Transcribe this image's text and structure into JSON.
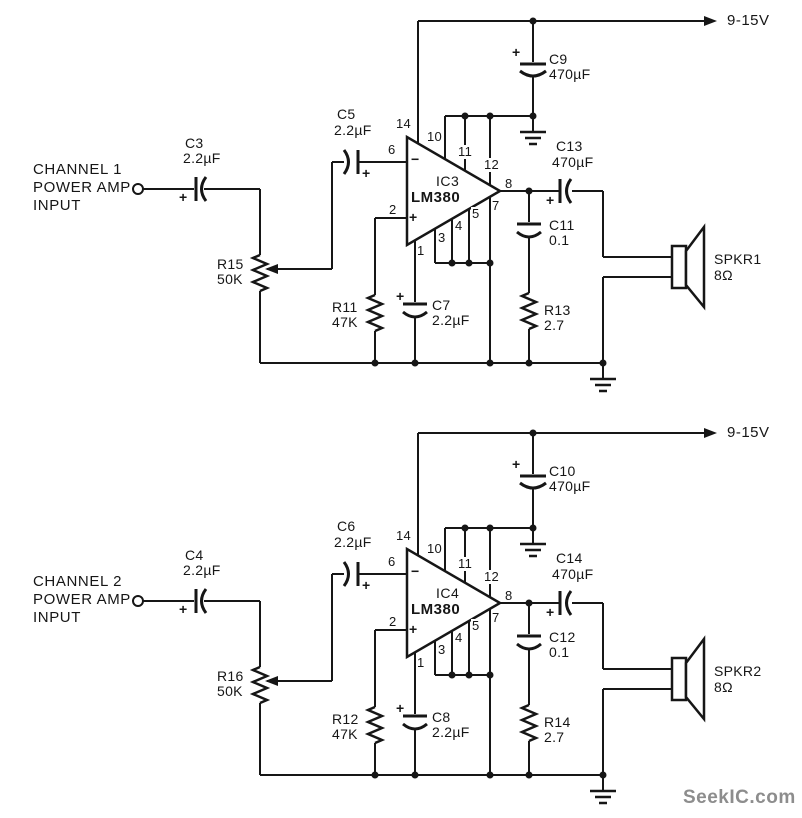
{
  "watermark": "SeekIC.com",
  "marks": {
    "plus": "+",
    "minus": "−"
  },
  "ic_pins": {
    "p1": "1",
    "p2": "2",
    "p3": "3",
    "p4": "4",
    "p5": "5",
    "p6": "6",
    "p7": "7",
    "p8": "8",
    "p10": "10",
    "p11": "11",
    "p12": "12",
    "p14": "14"
  },
  "channels": [
    {
      "input": {
        "line1": "CHANNEL 1",
        "line2": "POWER AMP",
        "line3": "INPUT"
      },
      "ic": {
        "ref": "IC3",
        "part": "LM380"
      },
      "input_cap": {
        "ref": "C3",
        "value": "2.2µF"
      },
      "volume_pot": {
        "ref": "R15",
        "value": "50K"
      },
      "coupling_cap": {
        "ref": "C5",
        "value": "2.2µF"
      },
      "input_resistor": {
        "ref": "R11",
        "value": "47K"
      },
      "bypass_cap": {
        "ref": "C7",
        "value": "2.2µF"
      },
      "supply_cap": {
        "ref": "C9",
        "value": "470µF"
      },
      "output_cap": {
        "ref": "C13",
        "value": "470µF"
      },
      "snubber_cap": {
        "ref": "C11",
        "value": "0.1"
      },
      "snubber_resistor": {
        "ref": "R13",
        "value": "2.7"
      },
      "speaker": {
        "ref": "SPKR1",
        "value": "8Ω"
      },
      "supply_label": "9-15V"
    },
    {
      "input": {
        "line1": "CHANNEL 2",
        "line2": "POWER AMP",
        "line3": "INPUT"
      },
      "ic": {
        "ref": "IC4",
        "part": "LM380"
      },
      "input_cap": {
        "ref": "C4",
        "value": "2.2µF"
      },
      "volume_pot": {
        "ref": "R16",
        "value": "50K"
      },
      "coupling_cap": {
        "ref": "C6",
        "value": "2.2µF"
      },
      "input_resistor": {
        "ref": "R12",
        "value": "47K"
      },
      "bypass_cap": {
        "ref": "C8",
        "value": "2.2µF"
      },
      "supply_cap": {
        "ref": "C10",
        "value": "470µF"
      },
      "output_cap": {
        "ref": "C14",
        "value": "470µF"
      },
      "snubber_cap": {
        "ref": "C12",
        "value": "0.1"
      },
      "snubber_resistor": {
        "ref": "R14",
        "value": "2.7"
      },
      "speaker": {
        "ref": "SPKR2",
        "value": "8Ω"
      },
      "supply_label": "9-15V"
    }
  ]
}
